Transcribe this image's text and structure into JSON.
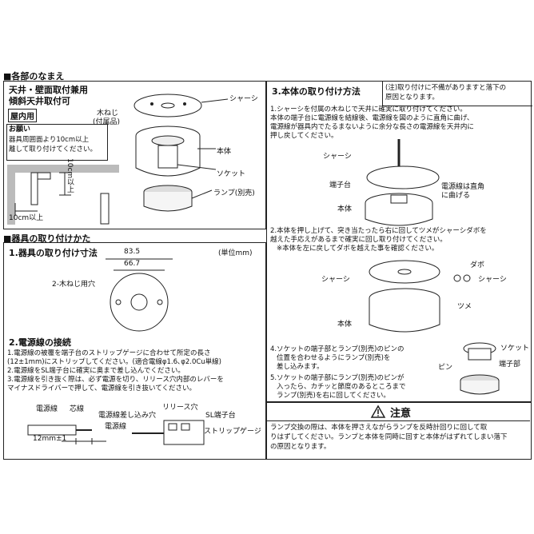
{
  "part_names": {
    "heading": "■各部のなまえ",
    "mount_type_1": "天井・壁面取付兼用",
    "mount_type_2": "傾斜天井取付可",
    "indoor": "屋内用",
    "notice_title": "お願い",
    "notice_body_1": "器具周囲面より10cm以上",
    "notice_body_2": "離して取り付けてください。",
    "dim_vertical": "10cm以上",
    "dim_horizontal": "10cm以上",
    "chassis": "シャーシ",
    "wood_screw_1": "木ねじ",
    "wood_screw_2": "(付属品)",
    "body": "本体",
    "socket": "ソケット",
    "lamp": "ランプ(別売)"
  },
  "fixture_install": {
    "heading": "■器具の取り付けかた",
    "sub1": "1.器具の取り付け寸法",
    "unit": "(単位mm)",
    "dim_outer": "83.5",
    "dim_inner": "66.7",
    "screw_hole": "2-木ねじ用穴",
    "sub2": "2.電源線の接続",
    "step1_l1": "1.電源線の被覆を端子台のストリップゲージに合わせて所定の長さ",
    "step1_l2": "(12±1mm)にストリップしてください。(適合電線φ1.6､φ2.0Cu単線)",
    "step2": "2.電源線をSL端子台に確実に奥まで差し込んでください。",
    "step3_l1": "3.電源線を引き抜く際は、必ず電源を切り、リリース穴内部のレバーを",
    "step3_l2": "マイナスドライバーで押して、電源線を引き抜いてください。",
    "wire": "電源線",
    "core": "芯線",
    "strip_len": "12mm±1",
    "insert_hole": "電源線差し込み穴",
    "release_hole": "リリース穴",
    "sl_terminal": "SL端子台",
    "wire2": "電源線",
    "strip_gauge": "ストリップゲージ"
  },
  "body_install": {
    "heading": "3.本体の取り付け方法",
    "caution_note_1": "(注)取り付けに不備がありますと落下の",
    "caution_note_2": "原因となります。",
    "step1_l1": "1.シャーシを付属の木ねじで天井に確実に取り付けてください。",
    "step1_l2": "本体の端子台に電源線を結線後、電源線を図のように直角に曲げ、",
    "step1_l3": "電源線が器具内でたるまないように余分な長さの電源線を天井内に",
    "step1_l4": "押し戻してください。",
    "chassis": "シャーシ",
    "terminal": "端子台",
    "body": "本体",
    "bend_1": "電源線は直角",
    "bend_2": "に曲げる",
    "step2_l1": "2.本体を押し上げて、突き当たったら右に回してツメがシャーシダボを",
    "step2_l2": "越えた手応えがあるまで確実に回し取り付けてください。",
    "step2_l3": "※本体を左に戻してダボを越えた事を確認ください。",
    "dabo": "ダボ",
    "chassis2": "シャーシ",
    "chassis3": "シャーシ",
    "claw": "ツメ",
    "body2": "本体",
    "step4_l1": "4.ソケットの端子部とランプ(別売)のピンの",
    "step4_l2": "位置を合わせるようにランプ(別売)を",
    "step4_l3": "差し込みます。",
    "step5_l1": "5.ソケットの端子部にランプ(別売)のピンが",
    "step5_l2": "入ったら、カチッと節度のあるところまで",
    "step5_l3": "ランプ(別売)を右に回してください。",
    "socket": "ソケット",
    "terminal_part": "端子部",
    "pin": "ピン"
  },
  "warning": {
    "title": "注意",
    "line1": "ランプ交換の際は、本体を押さえながらランプを反時計回りに回して取",
    "line2": "りはずしてください。ランプと本体を同時に回すと本体がはずれてしまい落下",
    "line3": "の原因となります。"
  }
}
